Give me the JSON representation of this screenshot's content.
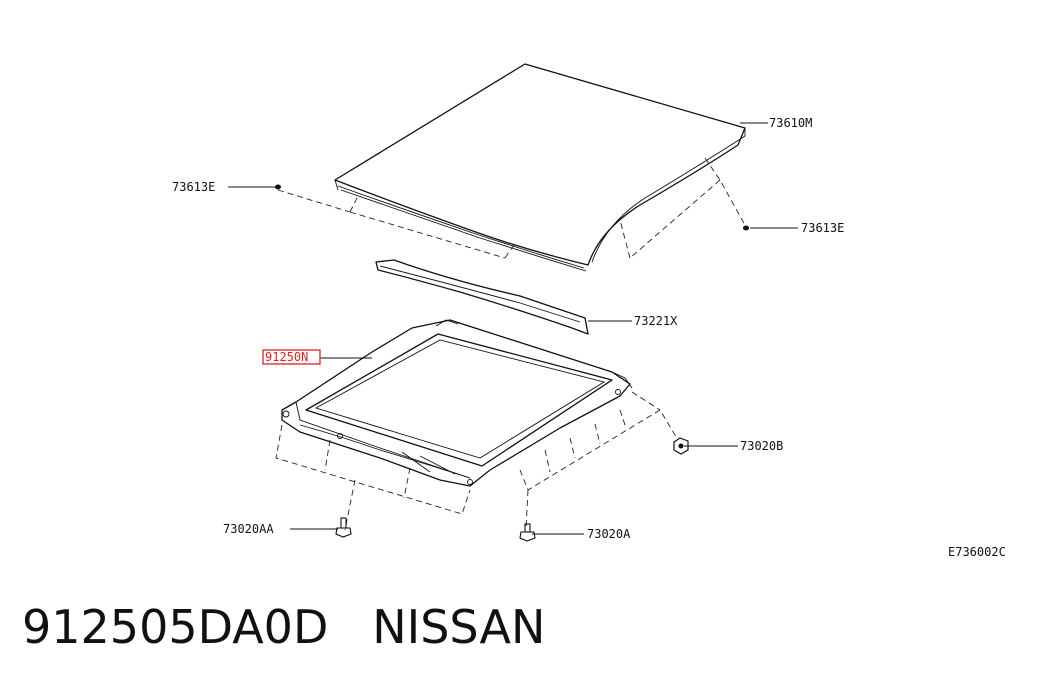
{
  "diagram": {
    "callouts": {
      "roof_panel": "73610M",
      "clip_left": "73613E",
      "clip_right": "73613E",
      "reinforcement": "73221X",
      "sunroof_frame": "91250N",
      "nut": "73020B",
      "bolt_left": "73020AA",
      "bolt_right": "73020A"
    },
    "figure_code": "E736002C",
    "highlight_color": "#e02020"
  },
  "footer": {
    "part_number": "912505DA0D",
    "brand": "NISSAN"
  }
}
